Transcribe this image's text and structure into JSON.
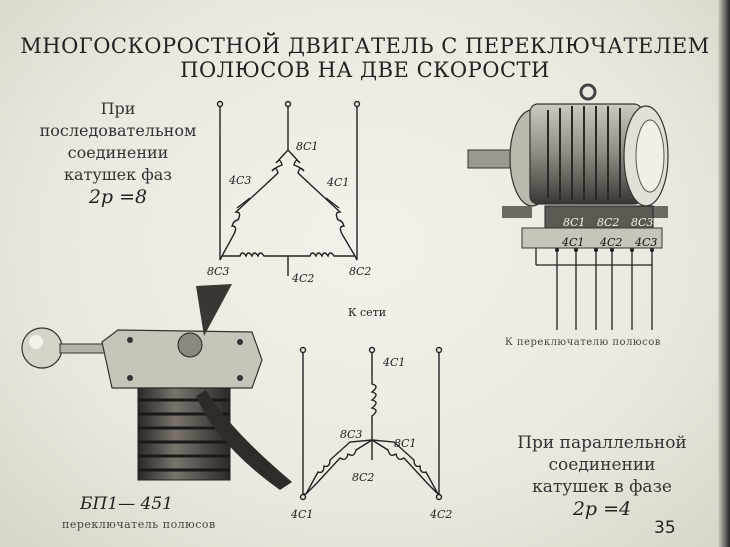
{
  "title": {
    "line1": "МНОГОСКОРОСТНОЙ ДВИГАТЕЛЬ С ПЕРЕКЛЮЧАТЕЛЕМ",
    "line2": "ПОЛЮСОВ НА ДВЕ СКОРОСТИ"
  },
  "series_caption": {
    "lines": [
      "При",
      "последовательном",
      "соединении",
      "катушек фаз"
    ],
    "formula": "2р =8"
  },
  "parallel_caption": {
    "lines": [
      "При параллельной",
      "соединении",
      "катушек в фазе"
    ],
    "formula": "2р =4"
  },
  "delta_labels": {
    "top": "8С1",
    "left": "4С3",
    "right": "4С1",
    "bottom_left": "8С3",
    "bottom_mid": "4С2",
    "bottom_right": "8С2"
  },
  "star_labels": {
    "top": "4С1",
    "left": "8С3",
    "right": "8С1",
    "mid": "8С2",
    "bottom_left": "4С1",
    "bottom_right": "4С2"
  },
  "to_network": "К сети",
  "motor_terminals": {
    "row1": [
      "8С1",
      "8С2",
      "8С3"
    ],
    "row2": [
      "4С1",
      "4С2",
      "4С3"
    ]
  },
  "to_switch": "К переключателю полюсов",
  "switch_model": "БП1— 451",
  "switch_name": "переключатель полюсов",
  "page_number": "35",
  "colors": {
    "paper": "#efebe3",
    "ink": "#222222"
  }
}
